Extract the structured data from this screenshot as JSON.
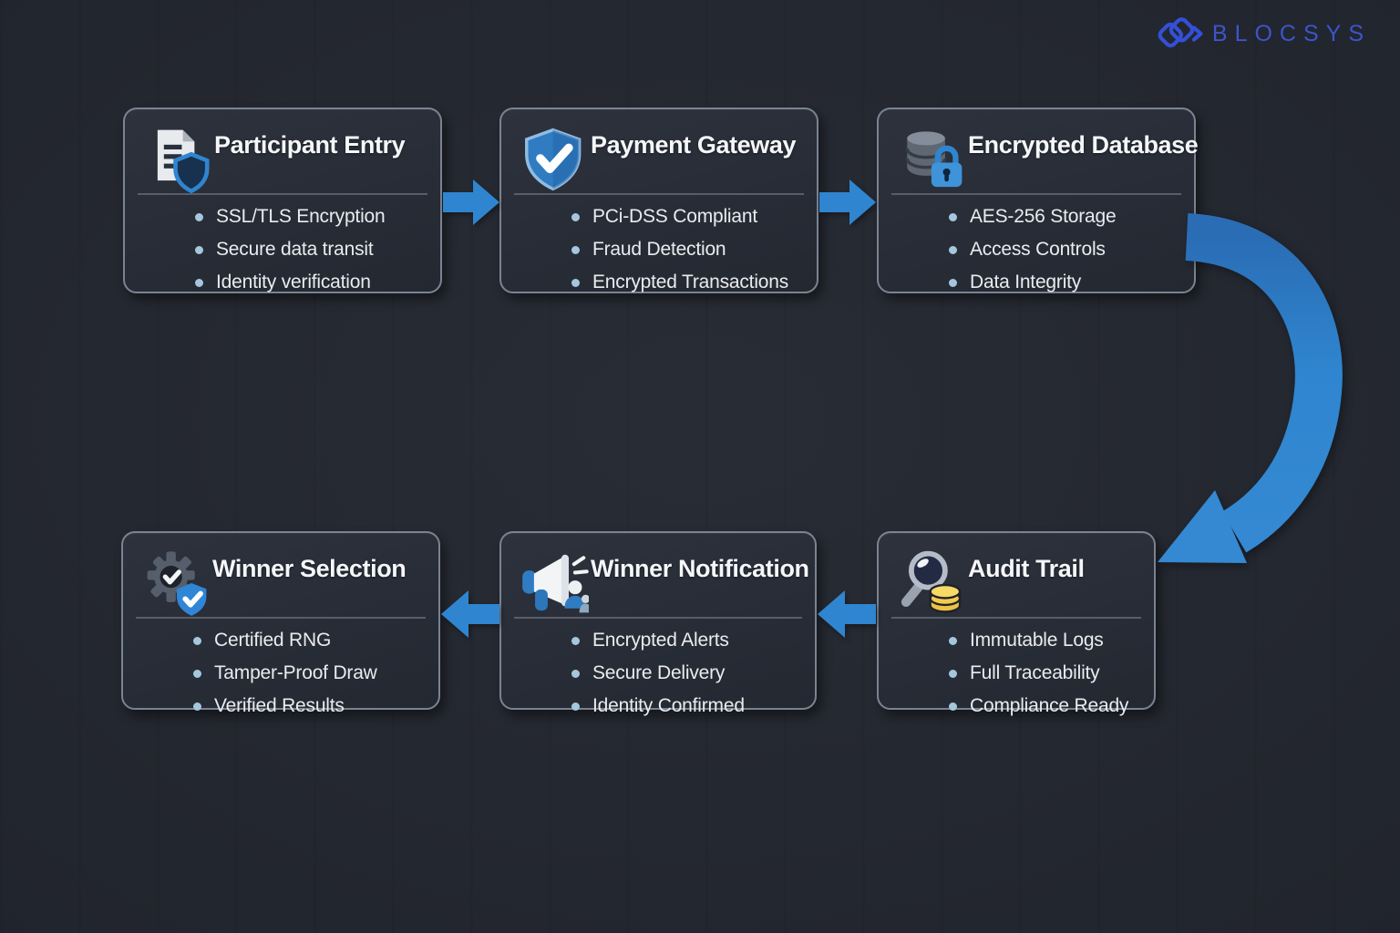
{
  "logo": {
    "text": "BLOCSYS",
    "icon": "overlapping-chain-links"
  },
  "colors": {
    "background": "#252932",
    "box_border": "#7b8391",
    "arrow_blue": "#2f85cf",
    "bullet_dot": "#a5c7dd",
    "title_text": "#f4f6f8",
    "item_text": "#e9ecef",
    "separator": "#575e6a",
    "logo_blue": "#3b55cc"
  },
  "flow": {
    "top_row_direction": "left-to-right",
    "bottom_row_direction": "right-to-left",
    "connector": "curved arrow from Encrypted Database down to Audit Trail"
  },
  "boxes": [
    {
      "title": "Participant Entry",
      "icon": "document-shield-icon",
      "items": [
        "SSL/TLS Encryption",
        "Secure data transit",
        "Identity verification"
      ]
    },
    {
      "title": "Payment Gateway",
      "icon": "shield-check-icon",
      "items": [
        "PCi-DSS Compliant",
        "Fraud Detection",
        "Encrypted Transactions"
      ]
    },
    {
      "title": "Encrypted Database",
      "icon": "database-lock-icon",
      "items": [
        "AES-256 Storage",
        "Access Controls",
        "Data Integrity"
      ]
    },
    {
      "title": "Winner Selection",
      "icon": "gear-shield-check-icon",
      "items": [
        "Certified RNG",
        "Tamper-Proof Draw",
        "Verified Results"
      ]
    },
    {
      "title": "Winner Notification",
      "icon": "megaphone-people-icon",
      "items": [
        "Encrypted Alerts",
        "Secure Delivery",
        "Identity Confirmed"
      ]
    },
    {
      "title": "Audit Trail",
      "icon": "magnifier-coins-icon",
      "items": [
        "Immutable Logs",
        "Full Traceability",
        "Compliance Ready"
      ]
    }
  ]
}
